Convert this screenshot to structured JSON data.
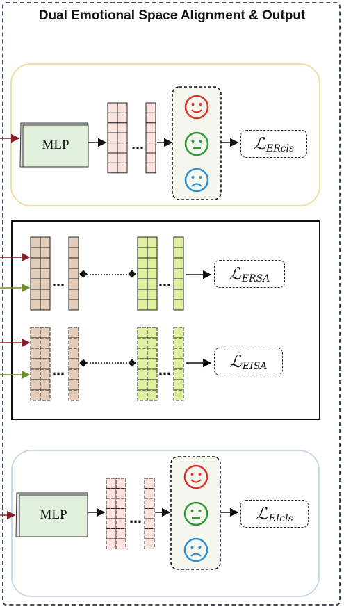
{
  "title": "Dual Emotional Space Alignment & Output",
  "top_block": {
    "mlp_label": "MLP",
    "loss": {
      "symbol": "ℒ",
      "subscript": "ERcls"
    }
  },
  "middle_block": {
    "ersa_loss": {
      "symbol": "ℒ",
      "subscript": "ERSA"
    },
    "eisa_loss": {
      "symbol": "ℒ",
      "subscript": "EISA"
    }
  },
  "bottom_block": {
    "mlp_label": "MLP",
    "loss": {
      "symbol": "ℒ",
      "subscript": "EIcls"
    }
  },
  "colors": {
    "frame": "#3a4a6b",
    "top_panel_border": "#ecdf9f",
    "bottom_panel_border": "#c9d9ea",
    "pink_cell": "#fbe2de",
    "tan_cell": "#e4cdb8",
    "green_cell": "#def0a0",
    "red_arrow": "#8a1f2c",
    "green_arrow": "#6f8f2a",
    "happy": "#d9342b",
    "neutral": "#2f9a3a",
    "sad": "#2f8fd0"
  },
  "icons": [
    "happy-face-icon",
    "neutral-face-icon",
    "sad-face-icon"
  ]
}
